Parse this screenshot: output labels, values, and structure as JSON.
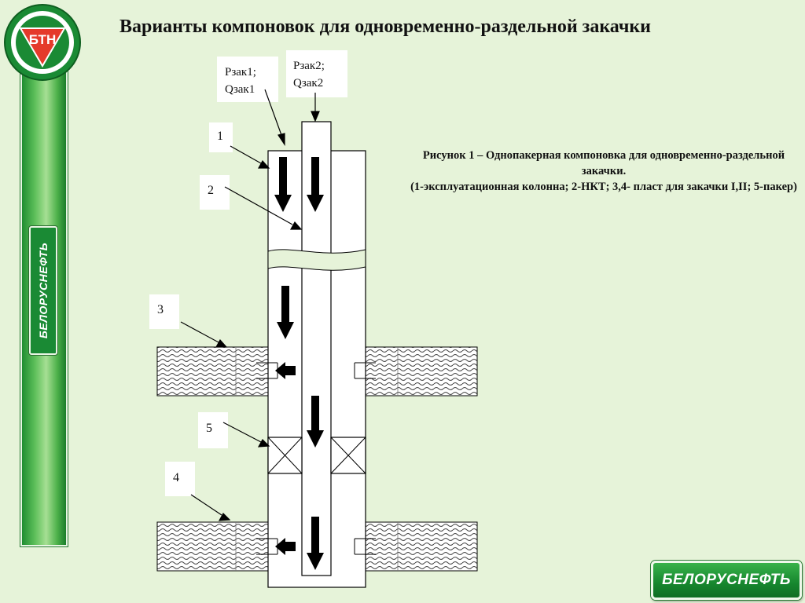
{
  "header": {
    "title": "Варианты компоновок для одновременно-раздельной закачки"
  },
  "branding": {
    "company": "БЕЛОРУСНЕФТЬ",
    "logo_monogram": "БТН"
  },
  "figure": {
    "caption_line1": "Рисунок 1 – Однопакерная компоновка для одновременно-раздельной",
    "caption_line2": "закачки.",
    "caption_line3": "(1-эксплуатационная колонна; 2-НКТ; 3,4- пласт для закачки I,II; 5-пакер)"
  },
  "labels": {
    "p1": "Рзак1;",
    "q1": "Qзак1",
    "p2": "Рзак2;",
    "q2": "Qзак2",
    "n1": "1",
    "n2": "2",
    "n3": "3",
    "n4": "4",
    "n5": "5"
  },
  "colors": {
    "background": "#e6f3d9",
    "brand_green": "#1a8a34",
    "arrow": "#000000"
  }
}
